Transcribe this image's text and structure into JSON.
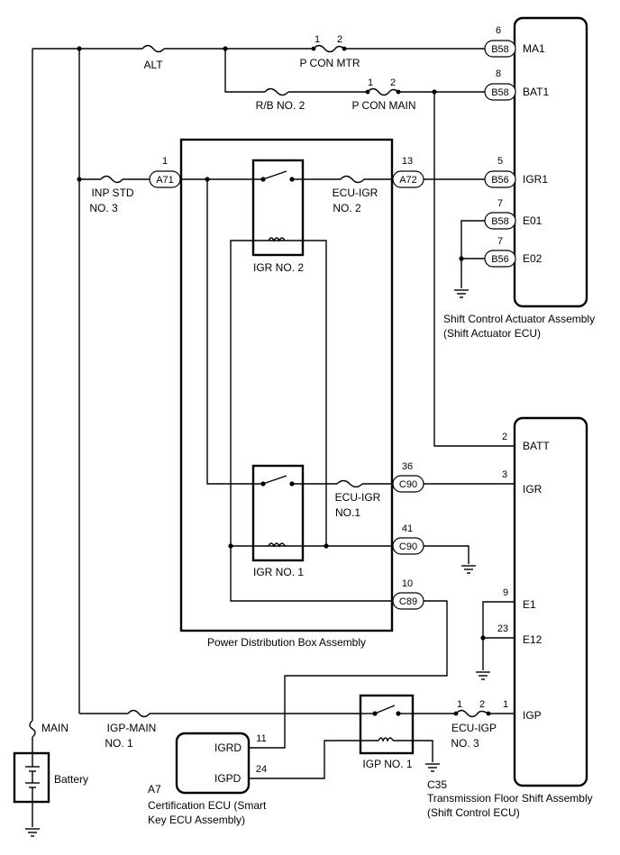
{
  "fuses": {
    "alt": "ALT",
    "p_con_mtr": "P CON MTR",
    "rb_no2": "R/B NO. 2",
    "p_con_main": "P CON MAIN",
    "inp_std_l1": "INP STD",
    "inp_std_l2": "NO. 3",
    "ecu_igr2_l1": "ECU-IGR",
    "ecu_igr2_l2": "NO. 2",
    "ecu_igr1_l1": "ECU-IGR",
    "ecu_igr1_l2": "NO.1",
    "main": "MAIN",
    "igp_main_l1": "IGP-MAIN",
    "igp_main_l2": "NO. 1",
    "ecu_igp_l1": "ECU-IGP",
    "ecu_igp_l2": "NO. 3"
  },
  "pins": {
    "p1": "1",
    "p2": "2",
    "p6": "6",
    "p8": "8",
    "p5": "5",
    "p7": "7",
    "p13": "13",
    "p36": "36",
    "p41": "41",
    "p10": "10",
    "p3": "3",
    "p9": "9",
    "p23": "23",
    "p11": "11",
    "p24": "24"
  },
  "connectors": {
    "b58": "B58",
    "b56": "B56",
    "a71": "A71",
    "a72": "A72",
    "c90": "C90",
    "c89": "C89"
  },
  "relays": {
    "igr_no2": "IGR NO. 2",
    "igr_no1": "IGR NO. 1",
    "igp_no1": "IGP NO. 1"
  },
  "actuator": {
    "terminals": {
      "ma1": "MA1",
      "bat1": "BAT1",
      "igr1": "IGR1",
      "e01": "E01",
      "e02": "E02"
    },
    "caption_l1": "Shift Control Actuator Assembly",
    "caption_l2": "(Shift Actuator ECU)"
  },
  "floor_ecu": {
    "terminals": {
      "batt": "BATT",
      "igr": "IGR",
      "e1": "E1",
      "e12": "E12",
      "igp": "IGP"
    },
    "code": "C35",
    "caption_l1": "Transmission Floor Shift Assembly",
    "caption_l2": "(Shift Control ECU)"
  },
  "pdb": {
    "caption": "Power Distribution Box Assembly"
  },
  "cert_ecu": {
    "terminals": {
      "igrd": "IGRD",
      "igpd": "IGPD"
    },
    "code": "A7",
    "caption_l1": "Certification ECU (Smart",
    "caption_l2": "Key ECU Assembly)"
  },
  "battery": {
    "label": "Battery"
  }
}
